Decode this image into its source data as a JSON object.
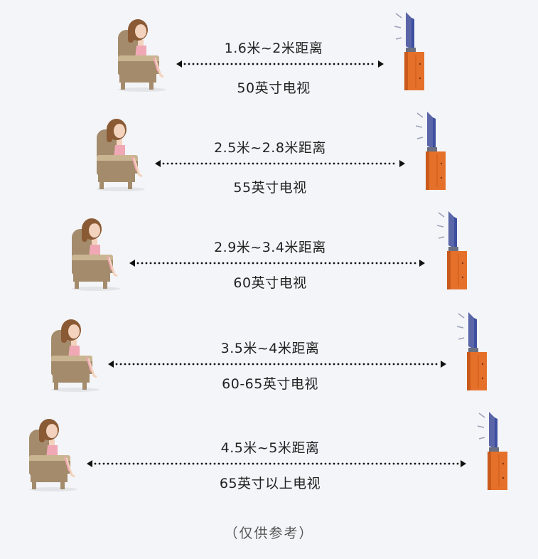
{
  "rows": [
    {
      "distance": "1.6米~2米距离",
      "size": "50英寸电视"
    },
    {
      "distance": "2.5米~2.8米距离",
      "size": "55英寸电视"
    },
    {
      "distance": "2.9米~3.4米距离",
      "size": "60英寸电视"
    },
    {
      "distance": "3.5米~4米距离",
      "size": "60-65英寸电视"
    },
    {
      "distance": "4.5米~5米距离",
      "size": "65英寸以上电视"
    }
  ],
  "footnote": "（仅供参考）",
  "colors": {
    "sofa": "#a38b6c",
    "sofa_seat": "#c9b591",
    "hair": "#8a5a35",
    "skin": "#f3d3bd",
    "shirt": "#f0a8b4",
    "tv_screen": "#3d4fa0",
    "tv_cabinet": "#e5702a",
    "dots": "#111111"
  },
  "icons": [
    "person-on-sofa-icon",
    "television-icon",
    "double-arrow-icon"
  ]
}
